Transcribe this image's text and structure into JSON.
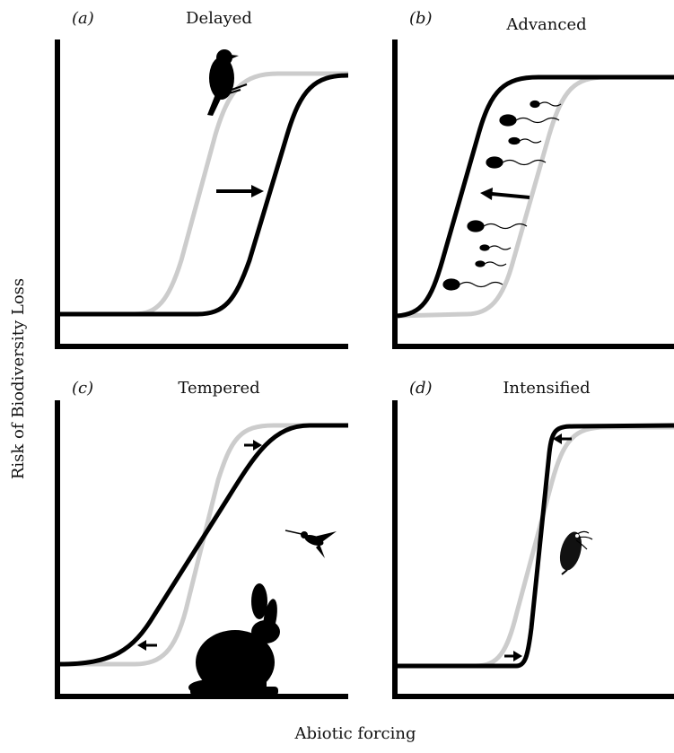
{
  "ylabel": "Risk of Biodiversity Loss",
  "xlabel": "Abiotic forcing",
  "colors": {
    "reference_curve": "#cccccc",
    "shifted_curve": "#000000",
    "axis": "#000000",
    "silhouette": "#000000"
  },
  "panels": [
    {
      "letter": "(a)",
      "title": "Delayed",
      "icons": [
        "bird-silhouette-icon",
        "arrow-right-icon"
      ]
    },
    {
      "letter": "(b)",
      "title": "Advanced",
      "icons": [
        "sperm-cells-icon",
        "arrow-left-icon"
      ]
    },
    {
      "letter": "(c)",
      "title": "Tempered",
      "icons": [
        "hummingbird-silhouette-icon",
        "rabbit-silhouette-icon",
        "arrow-right-icon",
        "arrow-left-icon"
      ]
    },
    {
      "letter": "(d)",
      "title": "Intensified",
      "icons": [
        "daphnia-icon",
        "arrow-left-icon",
        "arrow-right-icon"
      ]
    }
  ]
}
